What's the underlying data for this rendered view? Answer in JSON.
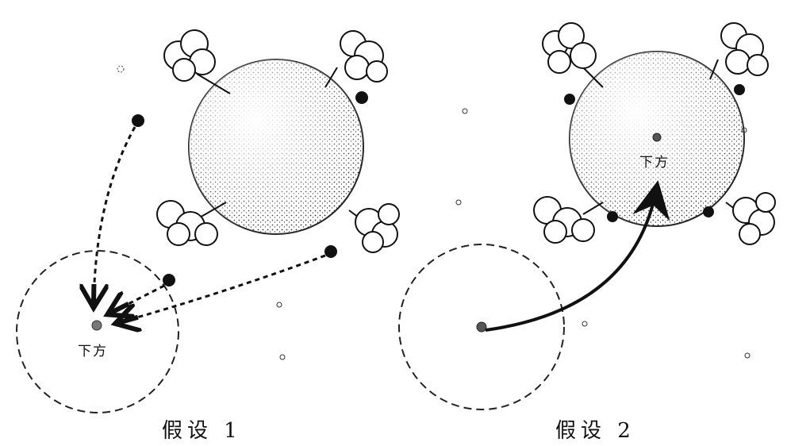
{
  "panels": [
    {
      "caption": "假设 1",
      "down_label": "下方"
    },
    {
      "caption": "假设 2",
      "down_label": "下方"
    }
  ],
  "colors": {
    "ink": "#111111",
    "background": "#ffffff"
  }
}
